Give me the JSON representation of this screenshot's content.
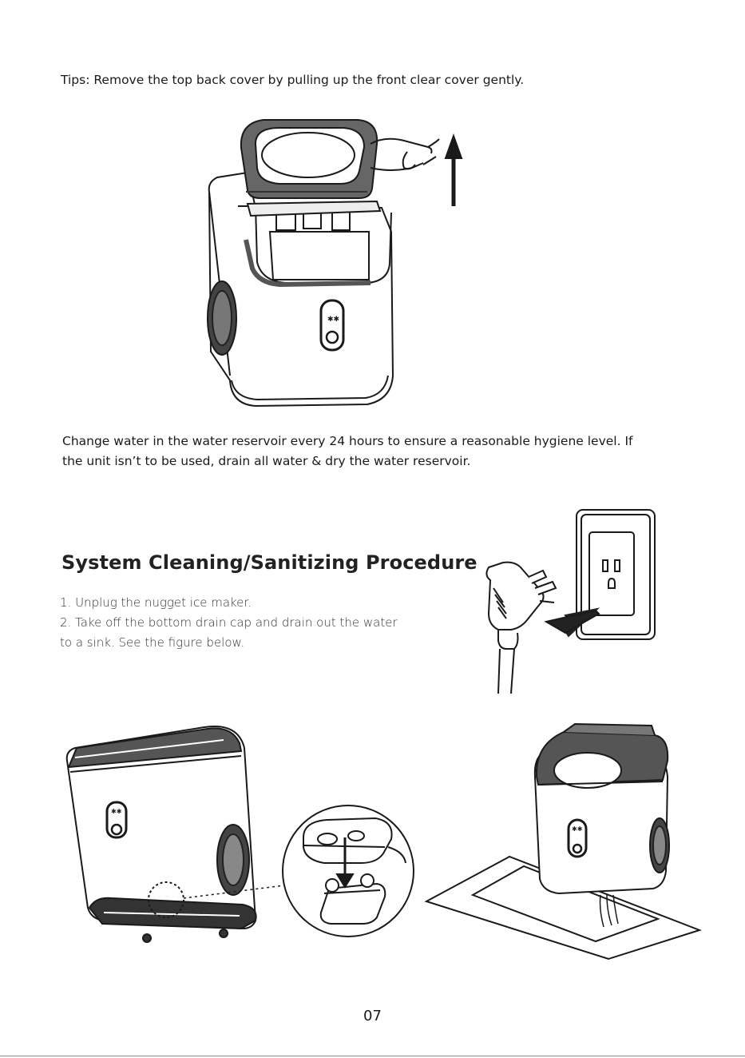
{
  "tips_text": "Tips: Remove the top back cover by pulling up the front clear cover gently.",
  "change_water": {
    "line1": "Change water in the water reservoir every 24 hours to ensure a reasonable hygiene level. If",
    "line2": "the unit isn’t to be used, drain all water & dry the water reservoir."
  },
  "section_heading": "System Cleaning/Sanitizing Procedure",
  "steps": [
    "1. Unplug the nugget ice maker.",
    "2. Take off the bottom drain cap and drain out the water",
    "to a sink. See the figure below."
  ],
  "page_number": "07",
  "illustrations": {
    "figure_1": "ice-maker-lid-removal-illustration",
    "figure_2": "unplug-power-cord-illustration",
    "figure_3": "ice-maker-drain-cap-illustration",
    "figure_4": "ice-maker-over-sink-illustration"
  }
}
